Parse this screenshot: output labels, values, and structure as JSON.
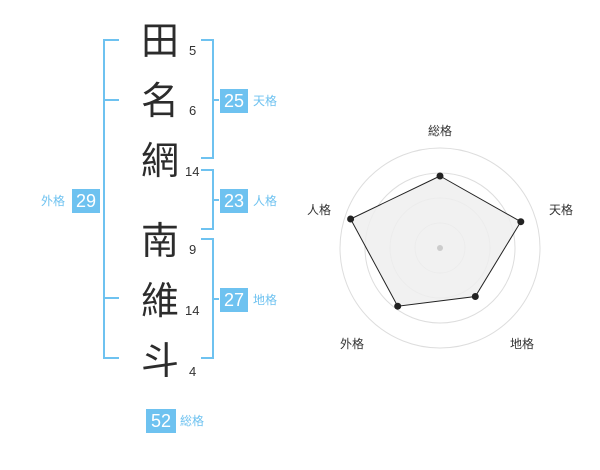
{
  "name": {
    "characters": [
      {
        "char": "田",
        "strokes": "5"
      },
      {
        "char": "名",
        "strokes": "6"
      },
      {
        "char": "網",
        "strokes": "14"
      },
      {
        "char": "南",
        "strokes": "9"
      },
      {
        "char": "維",
        "strokes": "14"
      },
      {
        "char": "斗",
        "strokes": "4"
      }
    ]
  },
  "fortune": {
    "tenkaku": {
      "value": "25",
      "label": "天格"
    },
    "jinkaku": {
      "value": "23",
      "label": "人格"
    },
    "chikaku": {
      "value": "27",
      "label": "地格"
    },
    "gaikaku": {
      "value": "29",
      "label": "外格"
    },
    "soukaku": {
      "value": "52",
      "label": "総格"
    }
  },
  "radar": {
    "labels": {
      "top": "総格",
      "right": "天格",
      "bottom_right": "地格",
      "bottom_left": "外格",
      "left": "人格"
    },
    "levels": 4,
    "scores": [
      0.72,
      0.85,
      0.6,
      0.72,
      0.94
    ]
  },
  "colors": {
    "accent": "#6ec2f0",
    "text": "#2c2c2c",
    "radar_line": "#222222",
    "radar_fill": "#eeeeee",
    "radar_grid": "#dddddd"
  }
}
